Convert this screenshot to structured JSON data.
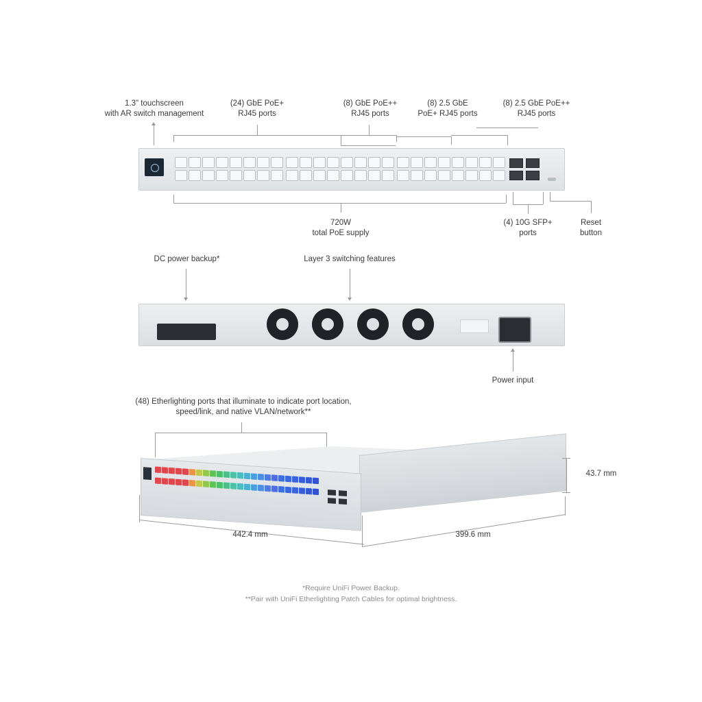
{
  "front": {
    "labels": {
      "touchscreen": [
        "1.3\" touchscreen",
        "with AR switch management"
      ],
      "gbe_poe_plus": [
        "(24) GbE PoE+",
        "RJ45 ports"
      ],
      "gbe_poe_plusplus": [
        "(8) GbE PoE++",
        "RJ45 ports"
      ],
      "gbe25_poe_plus": [
        "(8) 2.5 GbE",
        "PoE+ RJ45 ports"
      ],
      "gbe25_poe_plusplus": [
        "(8) 2.5 GbE PoE++",
        "RJ45 ports"
      ],
      "poe_supply": [
        "720W",
        "total PoE supply"
      ],
      "sfp": [
        "(4) 10G SFP+",
        "ports"
      ],
      "reset": [
        "Reset",
        "button"
      ]
    }
  },
  "rear": {
    "labels": {
      "dc_backup": "DC power backup*",
      "layer3": "Layer 3 switching features",
      "power_input": "Power input"
    }
  },
  "iso": {
    "labels": {
      "etherlighting": [
        "(48) Etherlighting ports that illuminate to indicate port location,",
        "speed/link, and native VLAN/network**"
      ],
      "height": "43.7 mm",
      "width": "442.4 mm",
      "depth": "399.6 mm"
    },
    "port_colors": [
      "#e0474c",
      "#e0474c",
      "#e0474c",
      "#e0474c",
      "#e0474c",
      "#e89548",
      "#c2c94b",
      "#8fc84b",
      "#62c25a",
      "#4cc06d",
      "#4dbf8b",
      "#4cc1a3",
      "#4bbcc0",
      "#49b0d4",
      "#4a9fe0",
      "#4d8de3",
      "#4f7ce3",
      "#4f6de0",
      "#3d6fe0",
      "#3a68de",
      "#3a63dc",
      "#375ed8",
      "#3558d4",
      "#3252cf"
    ]
  },
  "footnotes": {
    "note1": "*Require UniFi Power Backup.",
    "note2": "**Pair with UniFi Etherlighting Patch Cables for optimal brightness."
  }
}
